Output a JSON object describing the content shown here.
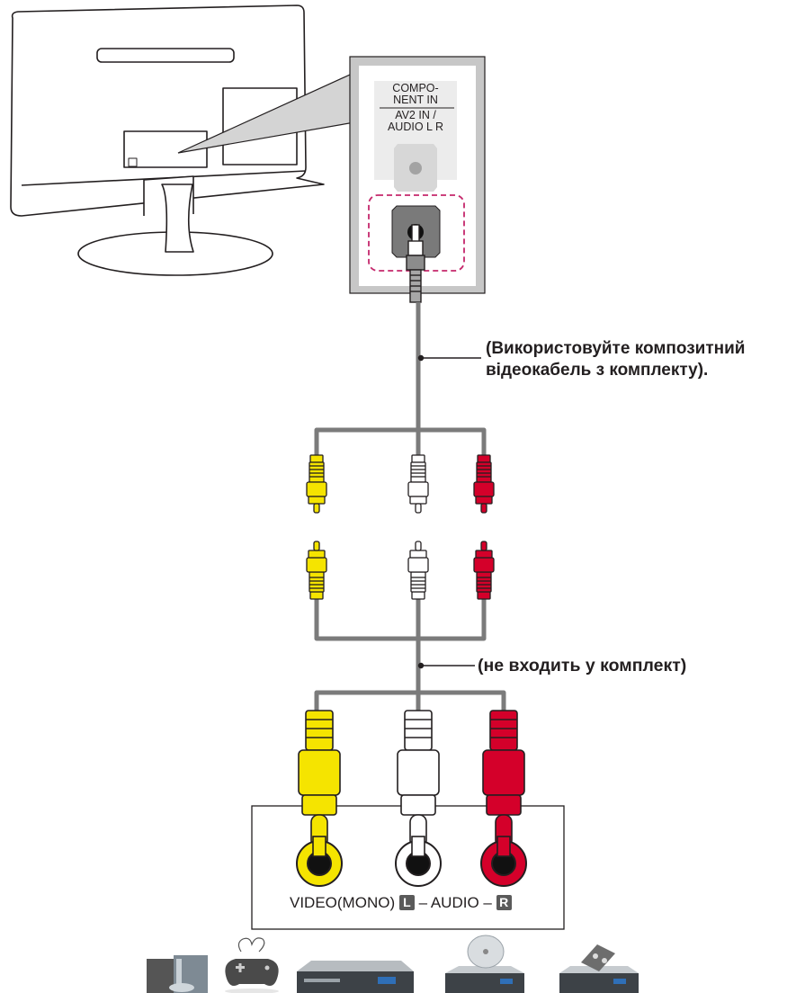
{
  "panel": {
    "port_top_line1": "COMPO-",
    "port_top_line2": "NENT IN",
    "port_bottom_line1": "AV2 IN /",
    "port_bottom_line2": "AUDIO L R"
  },
  "cable_notes": {
    "included_line1": "(Використовуйте композитний",
    "included_line2": "відеокабель з комплекту).",
    "not_included": "(не входить у комплект)"
  },
  "jack_panel": {
    "video_label": "VIDEO(MONO)",
    "left_letter": "L",
    "audio_label": "AUDIO",
    "right_letter": "R"
  },
  "colors": {
    "yellow": "#f5e400",
    "white": "#ffffff",
    "red": "#d4002a",
    "cable": "#7b7b7b",
    "highlight": "#c5276b"
  },
  "devices": [
    "computer-tower-icon",
    "gamepad-icon",
    "dvd-player-icon",
    "disc-player-icon",
    "video-recorder-icon"
  ]
}
